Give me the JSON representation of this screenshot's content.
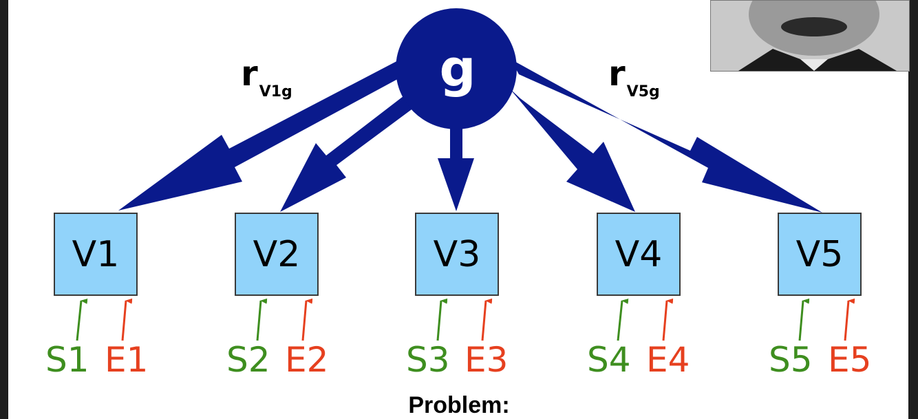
{
  "center_node": {
    "label": "g"
  },
  "path_labels": [
    {
      "symbol": "r",
      "subscript": "V1g"
    },
    {
      "symbol": "r",
      "subscript": "V5g"
    }
  ],
  "variables": [
    "V1",
    "V2",
    "V3",
    "V4",
    "V5"
  ],
  "specific_factors": [
    "S1",
    "S2",
    "S3",
    "S4",
    "S5"
  ],
  "error_factors": [
    "E1",
    "E2",
    "E3",
    "E4",
    "E5"
  ],
  "footer": {
    "text": "Problem:"
  },
  "colors": {
    "node": "#0a1a8c",
    "box": "#91d3fa",
    "specific": "#3e8e1f",
    "error": "#e6401f"
  }
}
